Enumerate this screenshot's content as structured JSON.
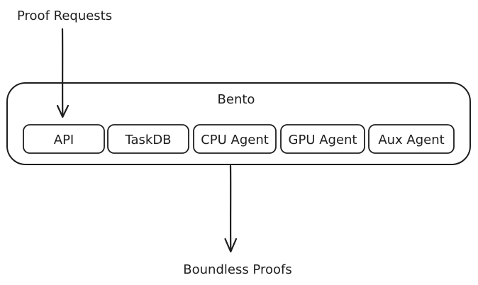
{
  "diagram": {
    "input_label": "Proof Requests",
    "output_label": "Boundless Proofs",
    "container": {
      "label": "Bento"
    },
    "components": [
      {
        "label": "API"
      },
      {
        "label": "TaskDB"
      },
      {
        "label": "CPU Agent"
      },
      {
        "label": "GPU Agent"
      },
      {
        "label": "Aux Agent"
      }
    ],
    "colors": {
      "stroke": "#1e1e1e",
      "background": "#ffffff"
    }
  }
}
